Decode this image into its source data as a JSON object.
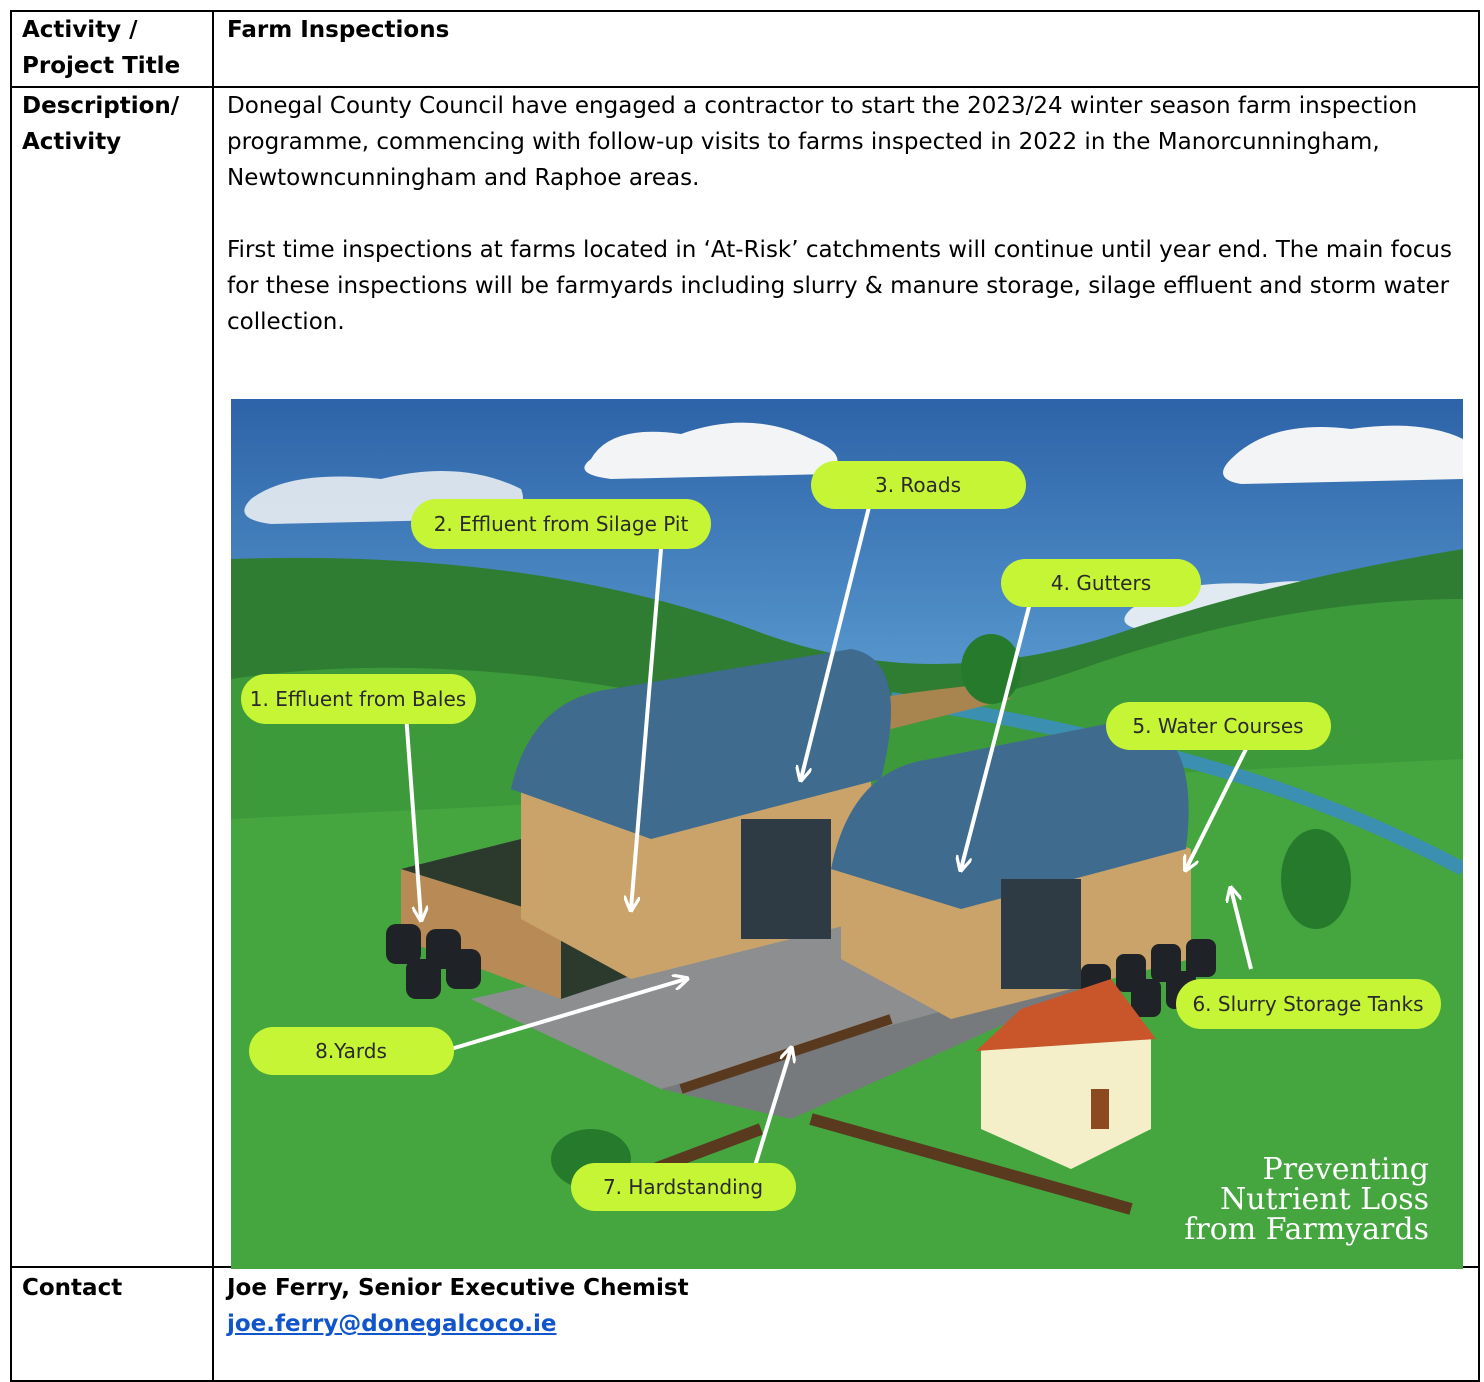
{
  "rows": {
    "title": {
      "label": "Activity / Project Title",
      "value": "Farm Inspections"
    },
    "description": {
      "label": "Description/ Activity",
      "paragraphs": [
        "Donegal County Council have engaged a contractor to start the 2023/24 winter season farm inspection programme, commencing with follow-up visits to farms inspected in 2022 in the Manorcunningham, Newtowncunningham and Raphoe areas.",
        "First time inspections at farms located in ‘At-Risk’ catchments will continue until year end. The main focus for these inspections will be farmyards including slurry & manure storage, silage effluent and storm water collection."
      ]
    },
    "contact": {
      "label": "Contact",
      "name": "Joe Ferry, Senior Executive Chemist",
      "email": "joe.ferry@donegalcoco.ie"
    }
  },
  "illustration": {
    "callouts": [
      "1. Effluent from Bales",
      "2. Effluent from Silage Pit",
      "3. Roads",
      "4. Gutters",
      "5. Water Courses",
      "6. Slurry Storage Tanks",
      "7. Hardstanding",
      "8.Yards"
    ],
    "caption_lines": [
      "Preventing",
      "Nutrient Loss",
      "from Farmyards"
    ],
    "colors": {
      "sky": "#2f6fb0",
      "grass": "#3f9e3a",
      "callout": "#c6f536",
      "roof": "#3f6b8f",
      "wall": "#caa36a"
    }
  }
}
